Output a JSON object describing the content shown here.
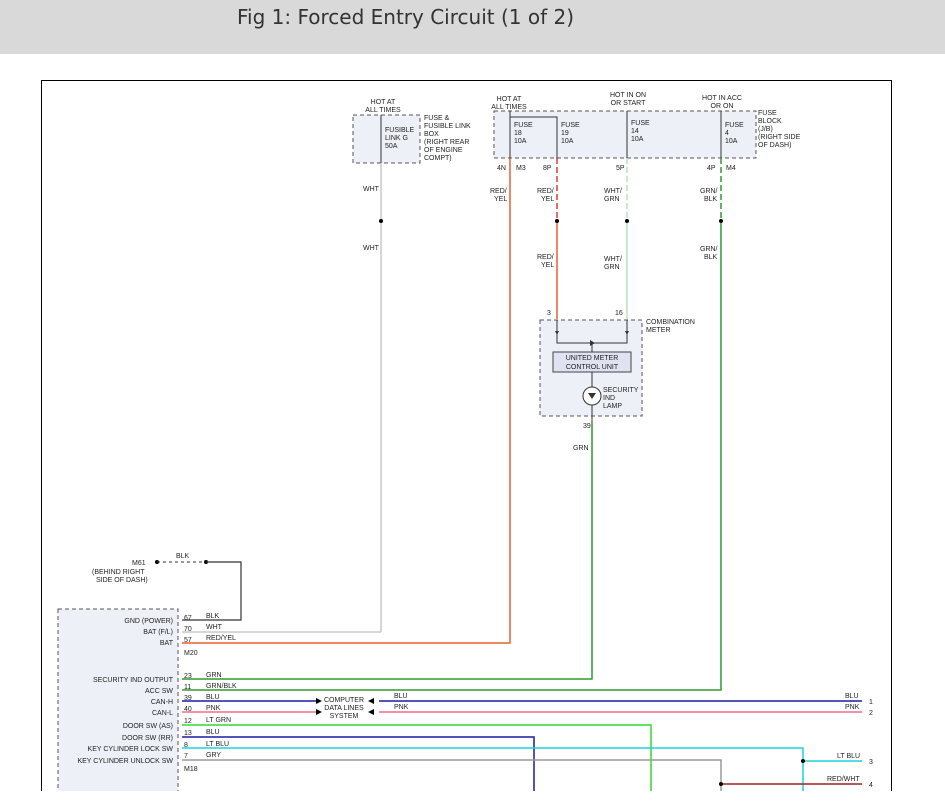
{
  "header": {
    "title": "Fig 1: Forced Entry Circuit (1 of 2)"
  },
  "diagram": {
    "hot_all_times_1": [
      "HOT AT",
      "ALL TIMES"
    ],
    "fusible_link_box_label": [
      "FUSE &",
      "FUSIBLE LINK",
      "BOX",
      "(RIGHT REAR",
      "OF ENGINE",
      "COMPT)"
    ],
    "fusible_link": [
      "FUSIBLE",
      "LINK G",
      "50A"
    ],
    "hot_all_times_2": [
      "HOT AT",
      "ALL TIMES"
    ],
    "hot_in_on": [
      "HOT IN ON",
      "OR START"
    ],
    "hot_in_acc": [
      "HOT IN ACC",
      "OR ON"
    ],
    "fuse_block_label": [
      "FUSE",
      "BLOCK",
      "(J/B)",
      "(RIGHT SIDE",
      "OF DASH)"
    ],
    "fuses": [
      [
        "FUSE",
        "18",
        "10A"
      ],
      [
        "FUSE",
        "19",
        "10A"
      ],
      [
        "FUSE",
        "14",
        "10A"
      ],
      [
        "FUSE",
        "4",
        "10A"
      ]
    ],
    "fuse_pins": {
      "p1": "4N",
      "m3": "M3",
      "p2": "8P",
      "p3": "5P",
      "p4": "4P",
      "m4": "M4"
    },
    "wire_wht": "WHT",
    "wire_red_yel": [
      "RED/",
      "YEL"
    ],
    "wire_wht_grn": [
      "WHT/",
      "GRN"
    ],
    "wire_grn_blk": [
      "GRN/",
      "BLK"
    ],
    "wire_grn": "GRN",
    "wire_blk": "BLK",
    "combination_meter_label": [
      "COMBINATION",
      "METER"
    ],
    "meter_pins": {
      "a": "3",
      "b": "16",
      "c": "39"
    },
    "unified_meter": [
      "UNITED METER",
      "CONTROL UNIT"
    ],
    "security_lamp": [
      "SECURITY",
      "IND",
      "LAMP"
    ],
    "ground": {
      "id": "M61",
      "desc": [
        "(BEHIND RIGHT",
        "SIDE OF DASH)"
      ]
    },
    "bcm_pins_left": [
      "GND (POWER)",
      "BAT (F/L)",
      "BAT",
      "SECURITY IND OUTPUT",
      "ACC SW",
      "CAN-H",
      "CAN-L",
      "DOOR SW (AS)",
      "DOOR SW (RR)",
      "KEY CYLINDER LOCK SW",
      "KEY CYLINDER UNLOCK SW"
    ],
    "bcm_pin_numbers": [
      "67",
      "70",
      "57",
      "23",
      "11",
      "39",
      "40",
      "12",
      "13",
      "8",
      "7"
    ],
    "bcm_wire_labels": [
      "BLK",
      "WHT",
      "RED/YEL",
      "GRN",
      "GRN/BLK",
      "BLU",
      "PNK",
      "LT GRN",
      "BLU",
      "LT BLU",
      "GRY"
    ],
    "connector_m20": "M20",
    "connector_m18": "M18",
    "cdls": [
      "COMPUTER",
      "DATA LINES",
      "SYSTEM"
    ],
    "right_wires": {
      "blu": "BLU",
      "pnk": "PNK",
      "lt_blu": "LT BLU",
      "red_wht": "RED/WHT"
    },
    "right_refs": [
      "1",
      "2",
      "3",
      "4"
    ]
  },
  "colors": {
    "orange": "#e8602c",
    "red": "#e03a3a",
    "green": "#2e9a2e",
    "light_green": "#b9e0b9",
    "lime": "#2fdc2f",
    "blue": "#1a1aa6",
    "cyan": "#19d3da",
    "pink": "#f06c8b",
    "grey": "#c8c8c8",
    "gry": "#9a9a9a",
    "dark_red": "#a51f1f"
  }
}
